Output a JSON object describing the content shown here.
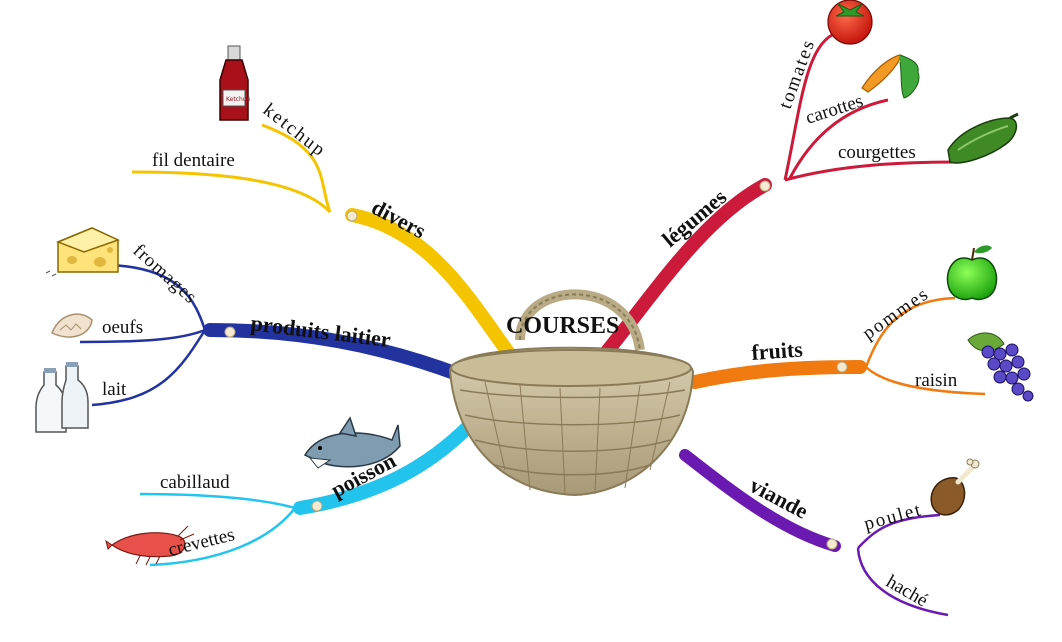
{
  "center": {
    "title": "COURSES"
  },
  "branches": {
    "divers": {
      "label": "divers",
      "color": "#f5c400",
      "items": {
        "ketchup": "ketchup",
        "fil_dentaire": "fil dentaire"
      }
    },
    "produits_laitier": {
      "label": "produits laitier",
      "color": "#2233a0",
      "items": {
        "fromages": "fromages",
        "oeufs": "oeufs",
        "lait": "lait"
      }
    },
    "poisson": {
      "label": "poisson",
      "color": "#22c4ee",
      "items": {
        "cabillaud": "cabillaud",
        "crevettes": "crevettes"
      }
    },
    "legumes": {
      "label": "légumes",
      "color": "#cc1a3a",
      "items": {
        "tomates": "tomates",
        "carottes": "carottes",
        "courgettes": "courgettes"
      }
    },
    "fruits": {
      "label": "fruits",
      "color": "#f07a10",
      "items": {
        "pommes": "pommes",
        "raisin": "raisin"
      }
    },
    "viande": {
      "label": "viande",
      "color": "#6a1ab0",
      "items": {
        "poulet": "poulet",
        "hache": "haché"
      }
    }
  },
  "icons": [
    "basket-icon",
    "ketchup-icon",
    "cheese-icon",
    "egg-icon",
    "milk-bottles-icon",
    "shark-icon",
    "shrimp-icon",
    "tomato-icon",
    "carrot-icon",
    "zucchini-icon",
    "apple-icon",
    "grapes-icon",
    "chicken-leg-icon"
  ]
}
